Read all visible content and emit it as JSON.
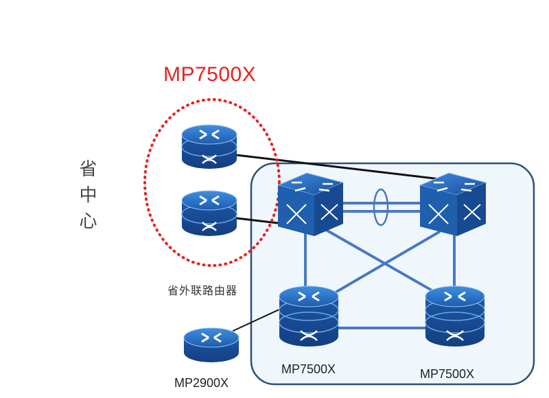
{
  "title": "MP7500X",
  "side_label": "省中心",
  "outer_routers_label": "省外联路由器",
  "core_left_label": "MP7500X",
  "core_right_label": "MP7500X",
  "access_label": "MP2900X",
  "colors": {
    "highlight": "#e8231f",
    "device_blue": "#1f5fae",
    "link_blue": "#4a78c4",
    "panel_fill": "#f0f7fc",
    "panel_border": "#2c4f79"
  }
}
